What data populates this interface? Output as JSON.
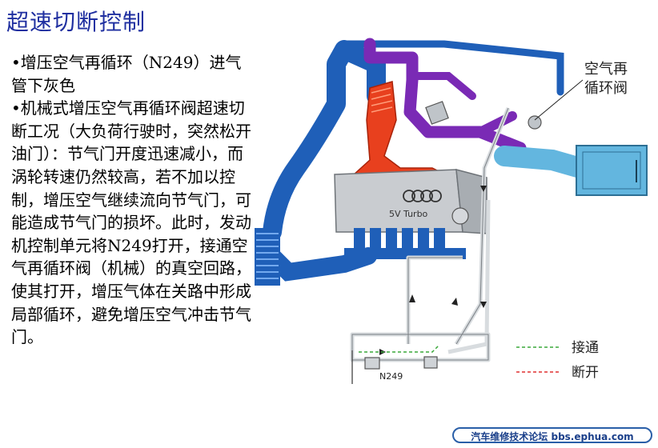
{
  "title": "超速切断控制",
  "bullets": [
    "•增压空气再循环（N249）进气管下灰色",
    "•机械式增压空气再循环阀超速切断工况（大负荷行驶时，突然松开油门）：节气门开度迅速减小，而涡轮转速仍然较高，若不加以控制，增压空气继续流向节气门，可能造成节气门的损坏。此时，发动机控制单元将N249打开，接通空气再循环阀（机械）的真空回路，使其打开，增压气体在关路中形成局部循环，避免增压空气冲击节气门。"
  ],
  "diagram": {
    "valve_label_line1": "空气再",
    "valve_label_line2": "循环阀",
    "engine_text": "5V  Turbo",
    "solenoid_label": "N249",
    "legend": {
      "connected": "接通",
      "disconnected": "断开",
      "connected_color": "#3aa83a",
      "disconnected_color": "#e03030"
    },
    "colors": {
      "boost_pipe": "#1f5fb8",
      "recirc_pipe": "#7a2ab5",
      "turbo_hot": "#e8401e",
      "intake_pipe": "#63b6df",
      "engine_block": "#c9ccd0"
    }
  },
  "footer": "汽车维修技术论坛 bbs.ephua.com"
}
